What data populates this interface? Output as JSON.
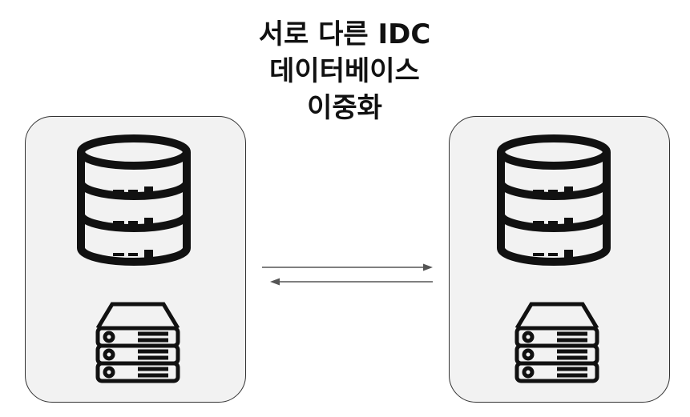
{
  "title": {
    "line1": "서로 다른 IDC",
    "line2": "데이터베이스",
    "line3": "이중화"
  },
  "colors": {
    "panel_fill": "#f2f2f2",
    "panel_border": "#333333",
    "icon_stroke": "#111111",
    "arrow": "#555555"
  },
  "nodes": [
    {
      "id": "left",
      "icons": [
        "database-icon",
        "server-rack-icon"
      ]
    },
    {
      "id": "right",
      "icons": [
        "database-icon",
        "server-rack-icon"
      ]
    }
  ],
  "connection": {
    "type": "bidirectional-replication",
    "arrows": [
      "left-to-right",
      "right-to-left"
    ]
  }
}
